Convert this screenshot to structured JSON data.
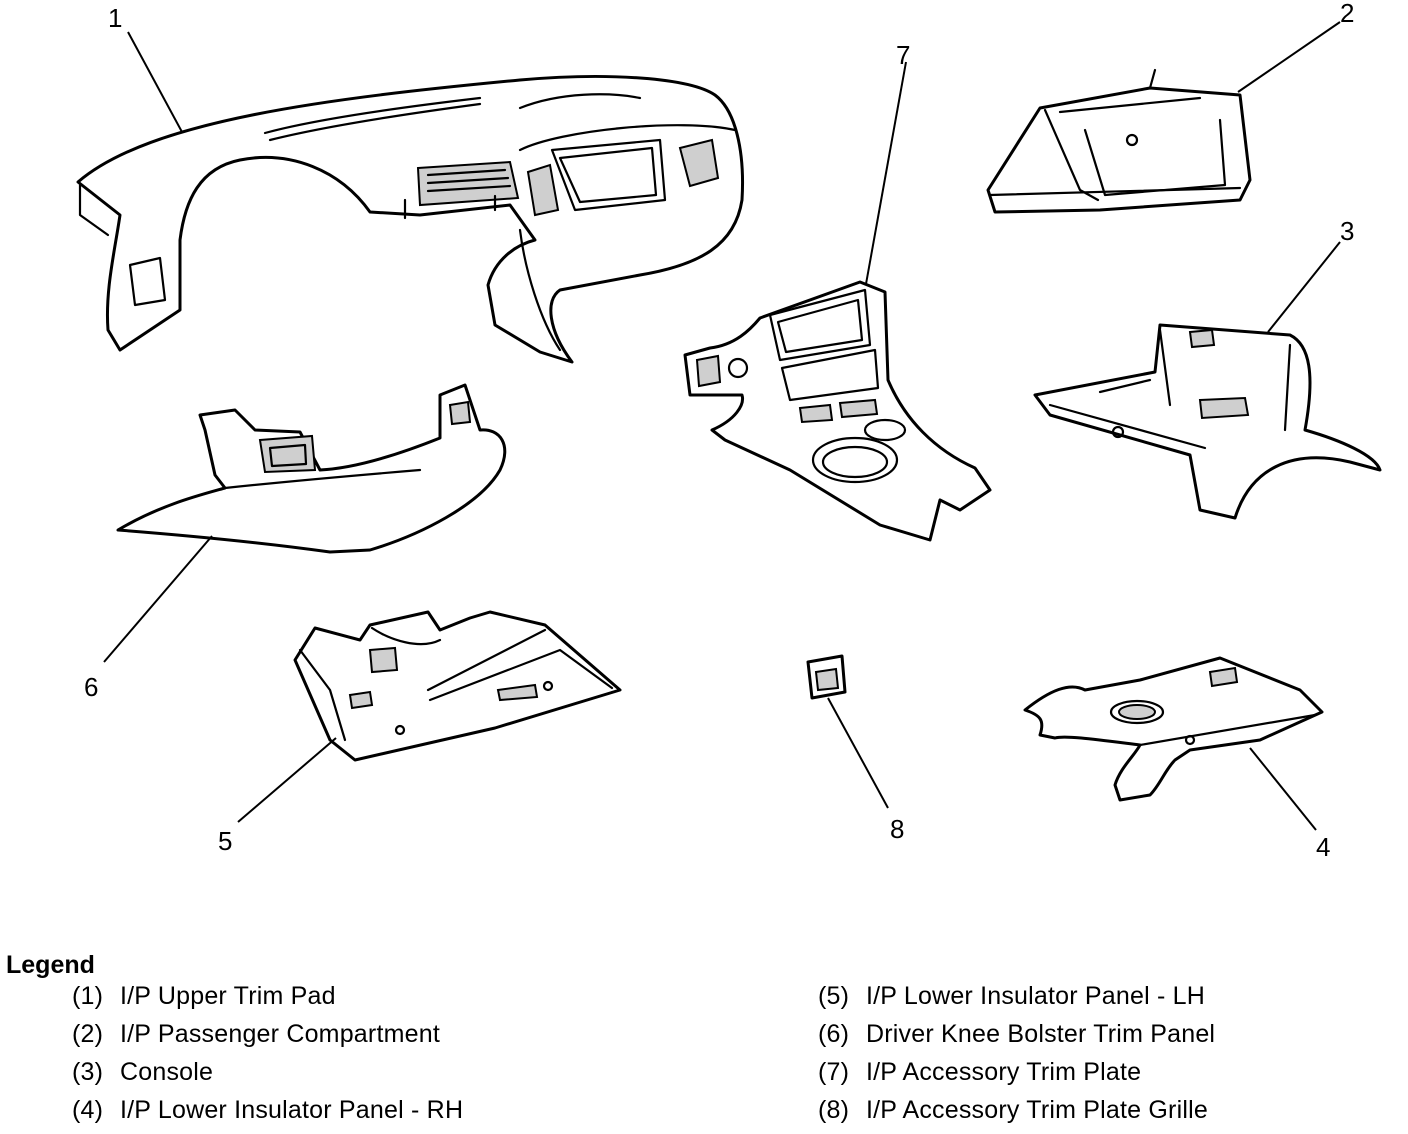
{
  "callouts": {
    "c1": "1",
    "c2": "2",
    "c3": "3",
    "c4": "4",
    "c5": "5",
    "c6": "6",
    "c7": "7",
    "c8": "8"
  },
  "legend": {
    "title": "Legend",
    "items": [
      {
        "num": "(1)",
        "label": "I/P Upper Trim Pad"
      },
      {
        "num": "(2)",
        "label": "I/P Passenger Compartment"
      },
      {
        "num": "(3)",
        "label": "Console"
      },
      {
        "num": "(4)",
        "label": "I/P Lower Insulator Panel - RH"
      },
      {
        "num": "(5)",
        "label": "I/P Lower Insulator Panel - LH"
      },
      {
        "num": "(6)",
        "label": "Driver Knee Bolster Trim Panel"
      },
      {
        "num": "(7)",
        "label": "I/P Accessory Trim Plate"
      },
      {
        "num": "(8)",
        "label": "I/P Accessory Trim Plate Grille"
      }
    ]
  }
}
